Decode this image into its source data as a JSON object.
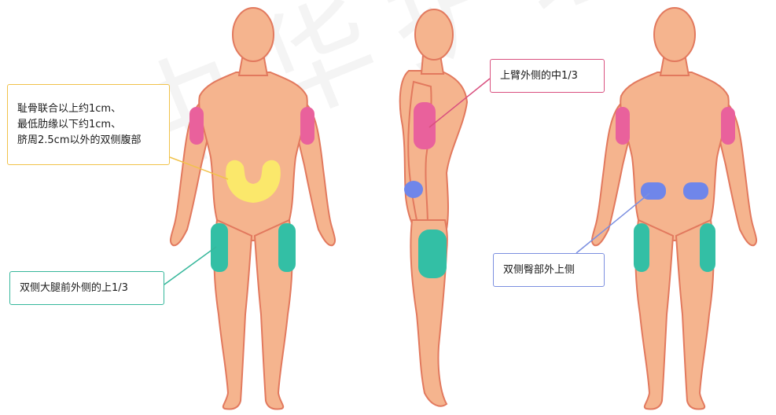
{
  "colors": {
    "skin": "#f5b48e",
    "outline": "#e2795e",
    "abdomen": "#fbe86b",
    "arm": "#e9619c",
    "thigh": "#33bfa5",
    "buttock": "#6f86ea",
    "border_abdomen": "#f1c24a",
    "border_thigh": "#36b79b",
    "border_arm": "#d9507f",
    "border_buttock": "#7b8fe0"
  },
  "callouts": {
    "abdomen": {
      "lines": [
        "耻骨联合以上约1cm、",
        "最低肋缘以下约1cm、",
        "脐周2.5cm以外的双侧腹部"
      ]
    },
    "thigh": {
      "label": "双侧大腿前外侧的上1/3"
    },
    "arm": {
      "label": "上臂外侧的中1/3"
    },
    "buttock": {
      "label": "双侧臀部外上侧"
    }
  },
  "figures": [
    "front-view",
    "side-view",
    "back-view"
  ],
  "watermark": {
    "text": "中华护理学会"
  }
}
